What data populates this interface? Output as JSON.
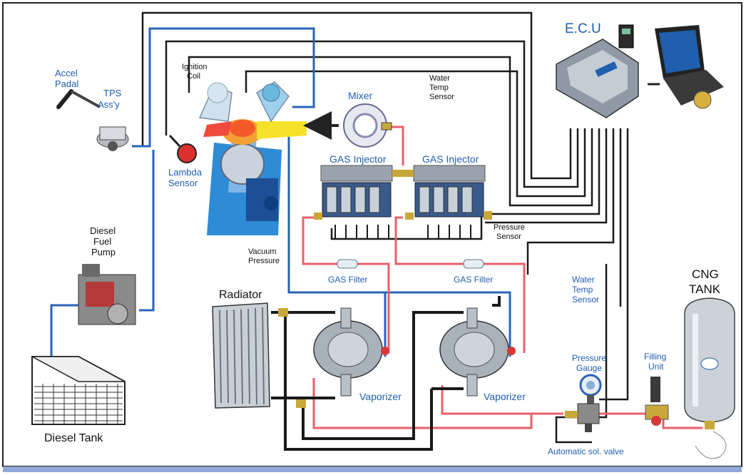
{
  "labels": {
    "ecu": "E.C.U",
    "accel_padal_1": "Accel",
    "accel_padal_2": "Padal",
    "tps_1": "TPS",
    "tps_2": "Ass'y",
    "ignition_1": "Ignition",
    "ignition_2": "Coil",
    "mixer": "Mixer",
    "water_temp_top_1": "Water",
    "water_temp_top_2": "Temp",
    "water_temp_top_3": "Sensor",
    "lambda_1": "Lambda",
    "lambda_2": "Sensor",
    "gas_injector_left": "GAS Injector",
    "gas_injector_right": "GAS Injector",
    "pressure_sensor_1": "Pressure",
    "pressure_sensor_2": "Sensor",
    "diesel_pump_1": "Diesel",
    "diesel_pump_2": "Fuel",
    "diesel_pump_3": "Pump",
    "vacuum_1": "Vacuum",
    "vacuum_2": "Pressure",
    "gas_filter_left": "GAS Filter",
    "gas_filter_right": "GAS Filter",
    "water_temp_right_1": "Water",
    "water_temp_right_2": "Temp",
    "water_temp_right_3": "Sensor",
    "radiator": "Radiator",
    "cng_1": "CNG",
    "cng_2": "TANK",
    "pressure_gauge_1": "Pressure",
    "pressure_gauge_2": "Gauge",
    "filling_1": "Filling",
    "filling_2": "Unit",
    "vaporizer_left": "Vaporizer",
    "vaporizer_right": "Vaporizer",
    "diesel_tank": "Diesel Tank",
    "auto_sol_valve": "Automatic sol. valve"
  },
  "colors": {
    "blue_line": "#2a63b8",
    "black_line": "#1a1a1a",
    "red_line": "#e8606a",
    "label_blue": "#1f5fae"
  }
}
